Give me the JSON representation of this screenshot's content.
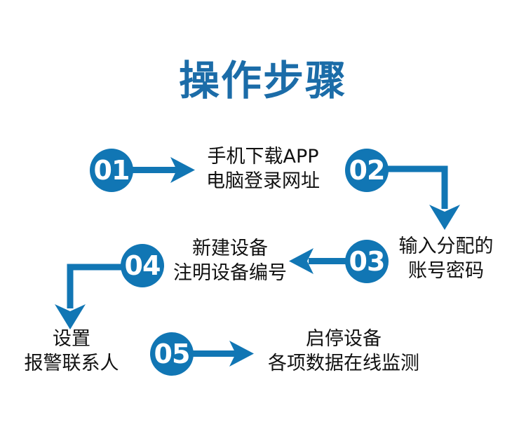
{
  "page": {
    "title": "操作步骤",
    "accent_color": "#1176b4",
    "title_color": "#1b6ca8",
    "text_color": "#111111",
    "background": "#ffffff"
  },
  "steps": [
    {
      "number": "01",
      "line1": "手机下载APP",
      "line2": "电脑登录网址",
      "connector": "arrow-right"
    },
    {
      "number": "02",
      "line1": "输入分配的",
      "line2": "账号密码",
      "connector": "elbow-right-down"
    },
    {
      "number": "03",
      "line1": "新建设备",
      "line2": "注明设备编号",
      "connector": "arrow-left"
    },
    {
      "number": "04",
      "line1": "设置",
      "line2": "报警联系人",
      "connector": "elbow-left-down"
    },
    {
      "number": "05",
      "line1": "启停设备",
      "line2": "各项数据在线监测",
      "connector": "arrow-right"
    }
  ]
}
